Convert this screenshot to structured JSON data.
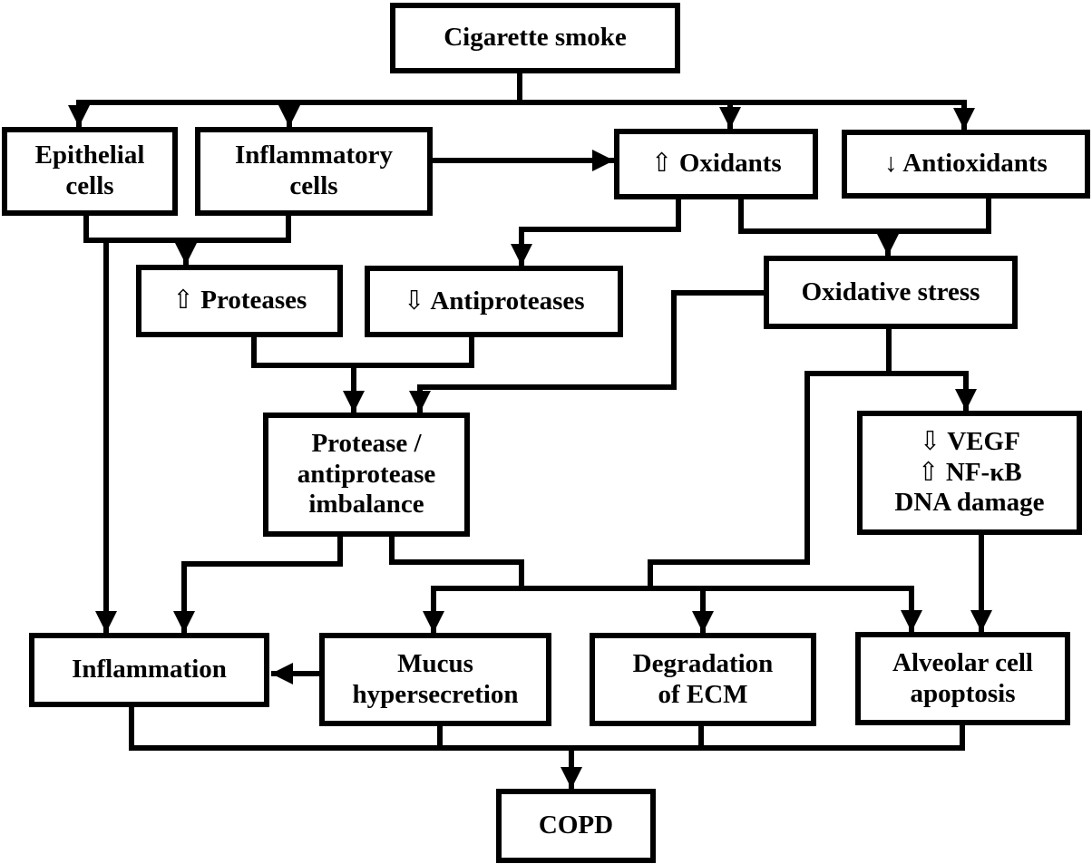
{
  "diagram": {
    "background_color": "#ffffff",
    "line_color": "#000000",
    "nodes": {
      "cigarette_smoke": {
        "lines": [
          "Cigarette smoke"
        ]
      },
      "epithelial_cells": {
        "lines": [
          "Epithelial",
          "cells"
        ]
      },
      "inflammatory_cells": {
        "lines": [
          "Inflammatory",
          "cells"
        ]
      },
      "oxidants": {
        "lines": [
          "⇧ Oxidants"
        ]
      },
      "antioxidants": {
        "lines": [
          "↓ Antioxidants"
        ]
      },
      "proteases": {
        "lines": [
          "⇧ Proteases"
        ]
      },
      "antiproteases": {
        "lines": [
          "⇩ Antiproteases"
        ]
      },
      "oxidative_stress": {
        "lines": [
          "Oxidative stress"
        ]
      },
      "protease_imbalance": {
        "lines": [
          "Protease /",
          "antiprotease",
          "imbalance"
        ]
      },
      "vegf_nfkb_dna": {
        "lines": [
          "⇩ VEGF",
          "⇧ NF-κB",
          "DNA damage"
        ]
      },
      "inflammation": {
        "lines": [
          "Inflammation"
        ]
      },
      "mucus_hypersecretion": {
        "lines": [
          "Mucus",
          "hypersecretion"
        ]
      },
      "degradation_ecm": {
        "lines": [
          "Degradation",
          "of ECM"
        ]
      },
      "alveolar_apoptosis": {
        "lines": [
          "Alveolar cell",
          "apoptosis"
        ]
      },
      "copd": {
        "lines": [
          "COPD"
        ]
      }
    },
    "edges": [
      {
        "from": "cigarette_smoke",
        "to": "epithelial_cells"
      },
      {
        "from": "cigarette_smoke",
        "to": "inflammatory_cells"
      },
      {
        "from": "cigarette_smoke",
        "to": "oxidants"
      },
      {
        "from": "cigarette_smoke",
        "to": "antioxidants"
      },
      {
        "from": "inflammatory_cells",
        "to": "oxidants"
      },
      {
        "from": "epithelial_cells",
        "to": "inflammation"
      },
      {
        "from": "inflammatory_cells",
        "to": "inflammation"
      },
      {
        "from": "epithelial_cells",
        "to": "proteases"
      },
      {
        "from": "inflammatory_cells",
        "to": "proteases"
      },
      {
        "from": "oxidants",
        "to": "antiproteases"
      },
      {
        "from": "oxidants",
        "to": "oxidative_stress"
      },
      {
        "from": "antioxidants",
        "to": "oxidative_stress"
      },
      {
        "from": "proteases",
        "to": "protease_imbalance"
      },
      {
        "from": "antiproteases",
        "to": "protease_imbalance"
      },
      {
        "from": "oxidative_stress",
        "to": "protease_imbalance"
      },
      {
        "from": "oxidative_stress",
        "to": "vegf_nfkb_dna"
      },
      {
        "from": "oxidative_stress",
        "to": "mucus_hypersecretion"
      },
      {
        "from": "oxidative_stress",
        "to": "degradation_ecm"
      },
      {
        "from": "oxidative_stress",
        "to": "alveolar_apoptosis"
      },
      {
        "from": "protease_imbalance",
        "to": "inflammation"
      },
      {
        "from": "protease_imbalance",
        "to": "mucus_hypersecretion"
      },
      {
        "from": "protease_imbalance",
        "to": "degradation_ecm"
      },
      {
        "from": "protease_imbalance",
        "to": "alveolar_apoptosis"
      },
      {
        "from": "vegf_nfkb_dna",
        "to": "alveolar_apoptosis"
      },
      {
        "from": "mucus_hypersecretion",
        "to": "inflammation"
      },
      {
        "from": "inflammation",
        "to": "copd"
      },
      {
        "from": "mucus_hypersecretion",
        "to": "copd"
      },
      {
        "from": "degradation_ecm",
        "to": "copd"
      },
      {
        "from": "alveolar_apoptosis",
        "to": "copd"
      }
    ]
  }
}
